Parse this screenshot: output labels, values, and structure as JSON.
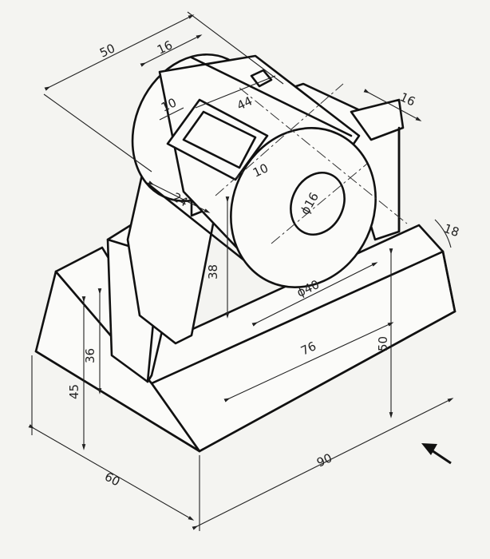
{
  "dimensions": {
    "d50_top": "50",
    "d16_top": "16",
    "d16_right": "16",
    "d10_left": "10",
    "d44": "44",
    "d10_bore": "10",
    "d24": "24",
    "d_phi16": "ϕ16",
    "d18": "18",
    "d38": "38",
    "d_phi40": "ϕ40",
    "d36": "36",
    "d45": "45",
    "d76": "76",
    "d50_right": "50",
    "d60": "60",
    "d90": "90"
  },
  "view_direction": "arrow"
}
